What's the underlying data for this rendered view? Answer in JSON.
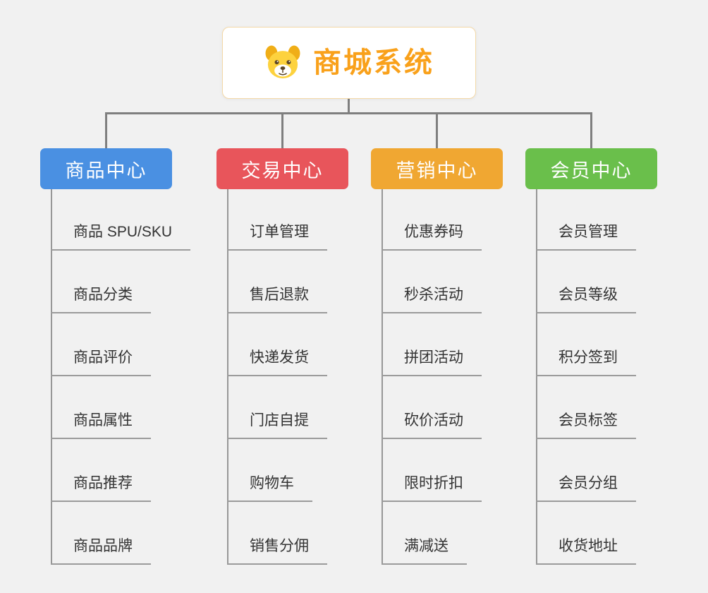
{
  "root": {
    "title": "商城系统",
    "icon": "dog-face-icon"
  },
  "colors": {
    "background": "#f1f1f1",
    "connector": "#7f7f7f",
    "root_border": "#f4d9a8",
    "root_title": "#f9a11b",
    "item_text": "#333333",
    "item_underline": "#9b9b9b"
  },
  "branches": [
    {
      "label": "商品中心",
      "color": "#4a90e2",
      "items": [
        "商品 SPU/SKU",
        "商品分类",
        "商品评价",
        "商品属性",
        "商品推荐",
        "商品品牌"
      ]
    },
    {
      "label": "交易中心",
      "color": "#e8555b",
      "items": [
        "订单管理",
        "售后退款",
        "快递发货",
        "门店自提",
        "购物车",
        "销售分佣"
      ]
    },
    {
      "label": "营销中心",
      "color": "#f0a732",
      "items": [
        "优惠券码",
        "秒杀活动",
        "拼团活动",
        "砍价活动",
        "限时折扣",
        "满减送"
      ]
    },
    {
      "label": "会员中心",
      "color": "#6abf4b",
      "items": [
        "会员管理",
        "会员等级",
        "积分签到",
        "会员标签",
        "会员分组",
        "收货地址"
      ]
    }
  ]
}
